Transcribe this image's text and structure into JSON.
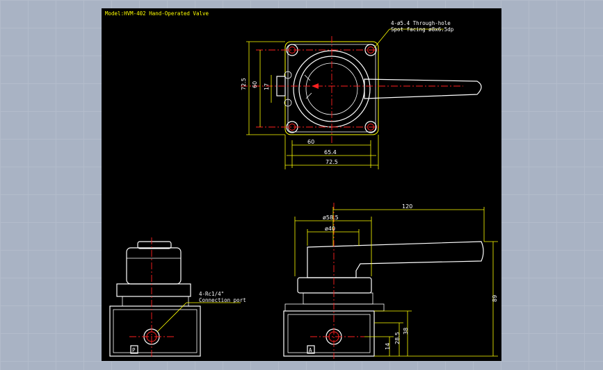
{
  "title": "Model:HVM-402 Hand-Operated Valve",
  "top_view": {
    "callout_line1": "4-ø5.4 Through-hole",
    "callout_line2": "Spot facing ø8x6.5dp",
    "dim_72_5_vertical": "72.5",
    "dim_60_vertical": "60",
    "dim_17": "17",
    "dim_60_horizontal": "60",
    "dim_65_4": "65.4",
    "dim_72_5_horizontal": "72.5"
  },
  "front_view_left": {
    "callout_line1": "4-Rc1/4\"",
    "callout_line2": "Connection port",
    "port_label": "P"
  },
  "front_view_right": {
    "dim_120": "120",
    "dim_58_5": "ø58.5",
    "dim_40": "ø40",
    "dim_89": "89",
    "dim_38": "38",
    "dim_28_5": "28.5",
    "dim_14": "14",
    "port_label": "A"
  },
  "colors": {
    "background": "#a9b3c4",
    "sheet": "#000000",
    "outline": "#ffffff",
    "dimension": "#ffff00",
    "centerline": "#ff2020"
  }
}
